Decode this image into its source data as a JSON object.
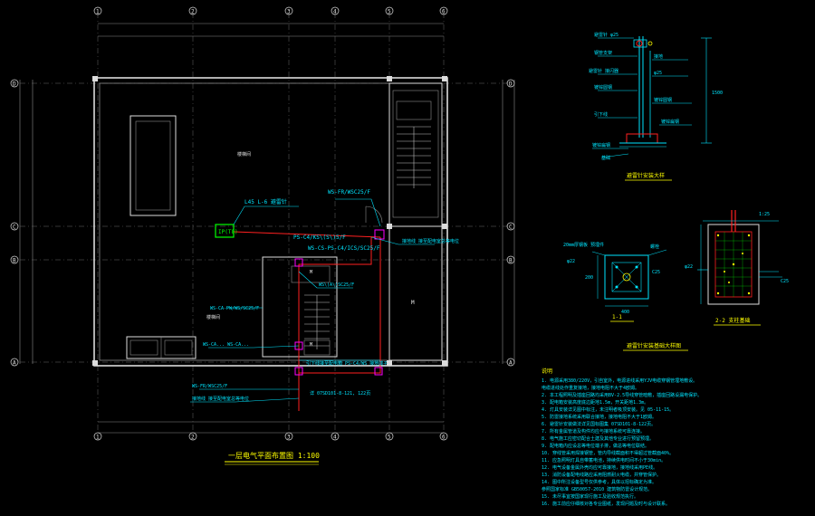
{
  "plan": {
    "col_axes": [
      "1",
      "2",
      "3",
      "4",
      "5",
      "6"
    ],
    "row_axes": [
      "A",
      "B",
      "C",
      "D"
    ],
    "equipment_tag": "IP(T8)",
    "cable_main": "PS-C4/KS\\(S\\)5/F",
    "cable_a": "WS-FR/WSC25/F",
    "cable_b": "WS-CS-PS-C4/ICS/SC25/F",
    "note_lightning": "L45 L-6 避雷针",
    "note_junction": "接地线 接至配电室总等电位",
    "note_box": "WS\\(A\\)SC25/F",
    "cable_c": "WS-CA... WS-CA...",
    "note_down": "引下线接至配电箱 PS-C4/WS 接地端子",
    "note_down2": "详 07SD101-8-121, 122页",
    "note_left": "WS-CA-PW/WS/SC25/F",
    "room_a": "楼梯间",
    "room_b": "M",
    "title": "一层电气平面布置图  1:100"
  },
  "detail_a": {
    "title": "避雷针安装大样",
    "labels": [
      "避雷针 φ25",
      "钢管支架",
      "避雷针 接闪器",
      "镀锌圆钢",
      "引下线",
      "镀锌扁钢",
      "基础",
      "接地",
      "φ25",
      "1500"
    ]
  },
  "detail_b": {
    "title": "避雷针安装基础大样图",
    "label_11": "1-1",
    "label_22": "2-2 支柱基础",
    "labels": [
      "20mm厚钢板 预埋件",
      "螺栓",
      "200",
      "400",
      "φ22",
      "C25",
      "1:25"
    ]
  },
  "notes": {
    "heading": "说明",
    "lines": [
      "1. 电源采用380/220V，引自室外，电源进线采用YJV电缆穿钢管埋地敷设。",
      "   电缆进线处作重复接地，接地电阻不大于4欧姆。",
      "2. 本工程照明及插座回路均采用BV-2.5导线穿管暗敷，插座回路设漏电保护。",
      "3. 配电箱安装高度底边距地1.5m，开关距地1.3m。",
      "4. 灯具安装详见图中标注，未注明者吸顶安装。见 05-11-15。",
      "5. 防雷接地系统采用联合接地，接地电阻不大于1欧姆。",
      "6. 避雷针安装做法详见国标图集 07SD101-8-122页。",
      "7. 所有金属管道及构件均应与接地系统可靠连接。",
      "8. 电气施工应密切配合土建及其他专业进行预留预埋。",
      "9. 配电箱内应设总等电位端子排，做总等电位联结。",
      "10. 穿线管采用焊接钢管，管内导线截面积不得超过管截面40%。",
      "11. 应急照明灯具自带蓄电池，持续供电时间不小于30min。",
      "12. 电气设备金属外壳均应可靠接地，接地线采用PE线。",
      "13. 消防设备配电线路应采用阻燃耐火电缆，并穿管保护。",
      "14. 图中所注设备型号仅供参考，具体以招标确定为准。",
      "    参照国家标准 GB50057-2010 建筑物防雷设计规范。",
      "15. 未尽事宜按国家现行施工及验收规范执行。",
      "16. 施工前应仔细核对各专业图纸，发现问题及时与设计联系。"
    ]
  }
}
